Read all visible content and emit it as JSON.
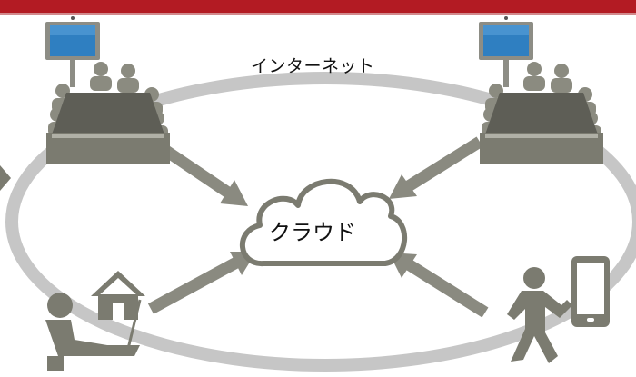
{
  "diagram": {
    "internet_label": "インターネット",
    "cloud_label": "クラウド",
    "colors": {
      "banner": "#b31b23",
      "ring": "#c6c6c6",
      "icon": "#7b7b70",
      "arrow": "#8a8a80",
      "screen": "#2f7fc1"
    },
    "nodes": [
      {
        "id": "meeting-room-left",
        "icon": "video-conference-room-icon"
      },
      {
        "id": "meeting-room-right",
        "icon": "video-conference-room-icon"
      },
      {
        "id": "home-worker",
        "icon": "remote-worker-home-icon"
      },
      {
        "id": "mobile-user",
        "icon": "walking-person-with-tablet-icon"
      }
    ]
  }
}
